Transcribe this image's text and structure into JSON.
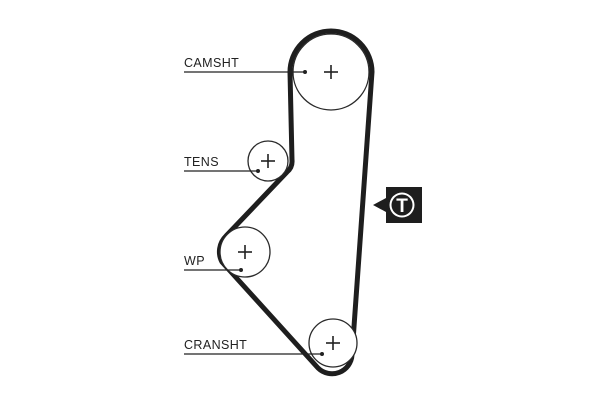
{
  "diagram": {
    "labels": {
      "camshaft": "CAMSHT",
      "tensioner": "TENS",
      "water_pump": "WP",
      "crankshaft": "CRANSHT"
    },
    "badge": {
      "letter": "T"
    },
    "colors": {
      "belt": "#1e1e1e",
      "pulley_stroke": "#2a2a2a",
      "text": "#222222",
      "badge_bg": "#1e1e1e",
      "badge_text": "#ffffff"
    },
    "icons": [
      "pulley-center-plus-icon",
      "tension-pointer-icon"
    ]
  }
}
